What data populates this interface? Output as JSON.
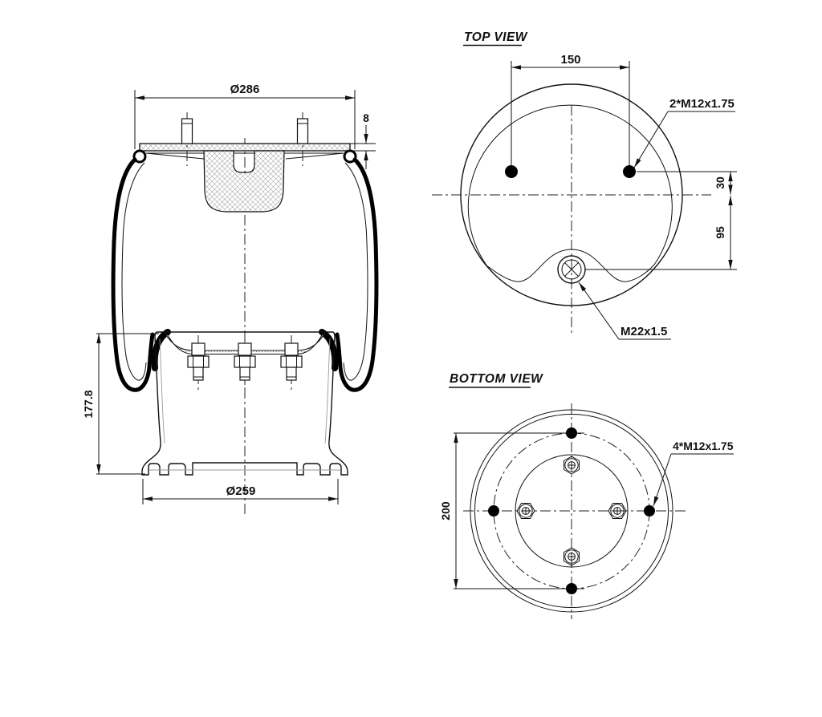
{
  "side_view": {
    "dim_top_diameter": "Ø286",
    "dim_plate_thickness": "8",
    "dim_height": "177.8",
    "dim_bottom_diameter": "Ø259"
  },
  "top_view": {
    "title": "TOP VIEW",
    "dim_stud_spacing": "150",
    "stud_label": "2*M12x1.75",
    "dim_stud_offset": "30",
    "dim_port_offset": "95",
    "port_label": "M22x1.5"
  },
  "bottom_view": {
    "title": "BOTTOM VIEW",
    "dim_bolt_spacing": "200",
    "bolt_label": "4*M12x1.75"
  },
  "colors": {
    "line": "#111111",
    "background": "#ffffff"
  }
}
